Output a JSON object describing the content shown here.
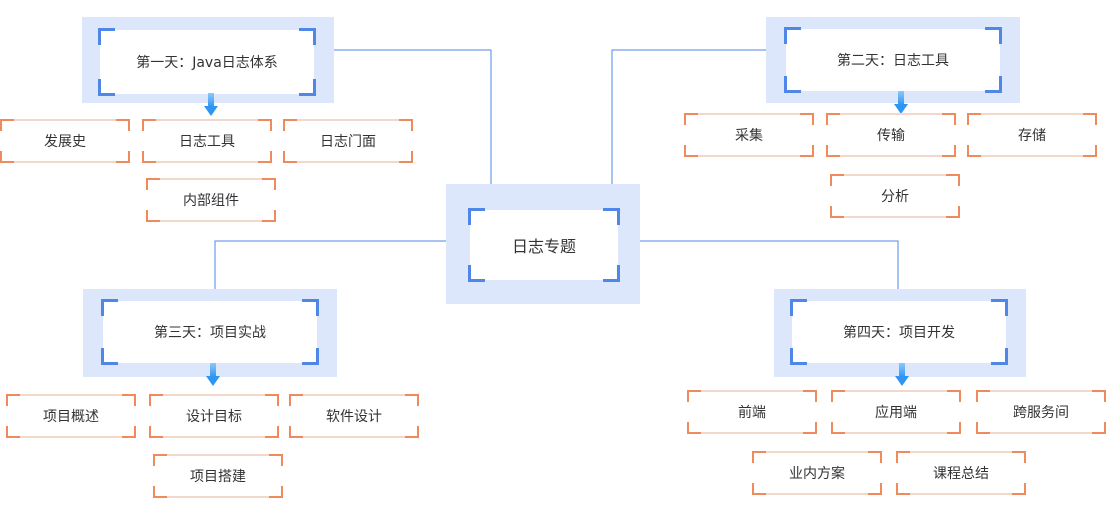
{
  "center": {
    "label": "日志专题"
  },
  "day1": {
    "title": "第一天：Java日志体系",
    "items": [
      "发展史",
      "日志工具",
      "日志门面",
      "内部组件"
    ]
  },
  "day2": {
    "title": "第二天：日志工具",
    "items": [
      "采集",
      "传输",
      "存储",
      "分析"
    ]
  },
  "day3": {
    "title": "第三天：项目实战",
    "items": [
      "项目概述",
      "设计目标",
      "软件设计",
      "项目搭建"
    ]
  },
  "day4": {
    "title": "第四天：项目开发",
    "items": [
      "前端",
      "应用端",
      "跨服务间",
      "业内方案",
      "课程总结"
    ]
  },
  "colors": {
    "line": "#4f87e8",
    "frame_bg": "#dde7fb",
    "corner_blue": "#4f87e8",
    "corner_orange": "#ef8a5d",
    "arrow": "#2f95f3"
  }
}
